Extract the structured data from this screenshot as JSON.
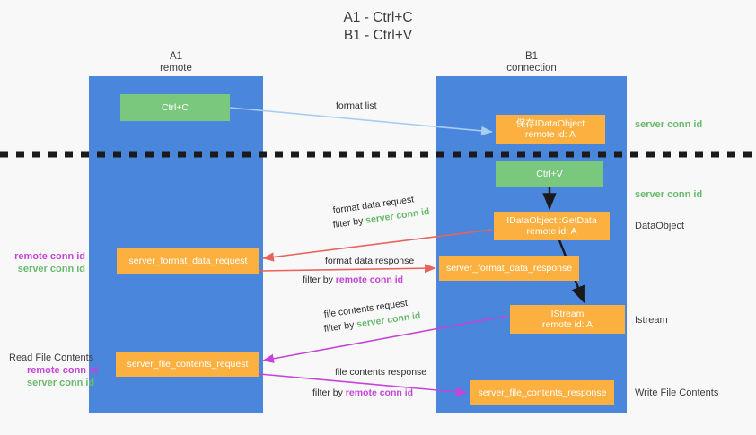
{
  "title": {
    "line1": "A1 - Ctrl+C",
    "line2": "B1 - Ctrl+V"
  },
  "columns": [
    {
      "name": "A1",
      "role": "remote"
    },
    {
      "name": "B1",
      "role": "connection"
    }
  ],
  "colors": {
    "panel": "#4a86dc",
    "green_box": "#7ac87e",
    "orange_box": "#fbb040",
    "background": "#f8f8f8",
    "server_conn_id": "#6aba6e",
    "remote_conn_id": "#c445d6",
    "arrow_light_blue": "#a8cdf0",
    "arrow_red": "#e8645a",
    "arrow_purple": "#c445d6",
    "arrow_black": "#1a1a1a",
    "text": "#3c3c3c"
  },
  "boxes": {
    "ctrl_c": "Ctrl+C",
    "save_idataobject_l1": "保存IDataObject",
    "save_idataobject_l2": "remote id: A",
    "ctrl_v": "Ctrl+V",
    "getdata_l1": "IDataObject::GetData",
    "getdata_l2": "remote id: A",
    "format_data_request": "server_format_data_request",
    "format_data_response": "server_format_data_response",
    "istream_l1": "IStream",
    "istream_l2": "remote id: A",
    "file_contents_request": "server_file_contents_request",
    "file_contents_response": "server_file_contents_response"
  },
  "right_labels": {
    "server_conn_id_top": "server conn id",
    "server_conn_id_mid": "server conn id",
    "dataobject": "DataObject",
    "istream": "Istream",
    "write_file_contents": "Write File Contents"
  },
  "left_labels": {
    "format_remote": "remote conn id",
    "format_server": "server conn id",
    "read_file_contents": "Read File Contents",
    "file_remote": "remote conn id",
    "file_server": "server conn id"
  },
  "edge_labels": {
    "format_list": "format list",
    "format_data_request": "format data request",
    "format_data_request_filter_prefix": "filter by ",
    "format_data_request_filter_key": "server conn id",
    "format_data_response": "format data response",
    "format_data_response_filter_prefix": "filter by ",
    "format_data_response_filter_key": "remote conn id",
    "file_contents_request": "file contents request",
    "file_contents_request_filter_prefix": "filter by ",
    "file_contents_request_filter_key": "server conn id",
    "file_contents_response": "file contents response",
    "file_contents_response_filter_prefix": "filter by ",
    "file_contents_response_filter_key": "remote conn id"
  }
}
